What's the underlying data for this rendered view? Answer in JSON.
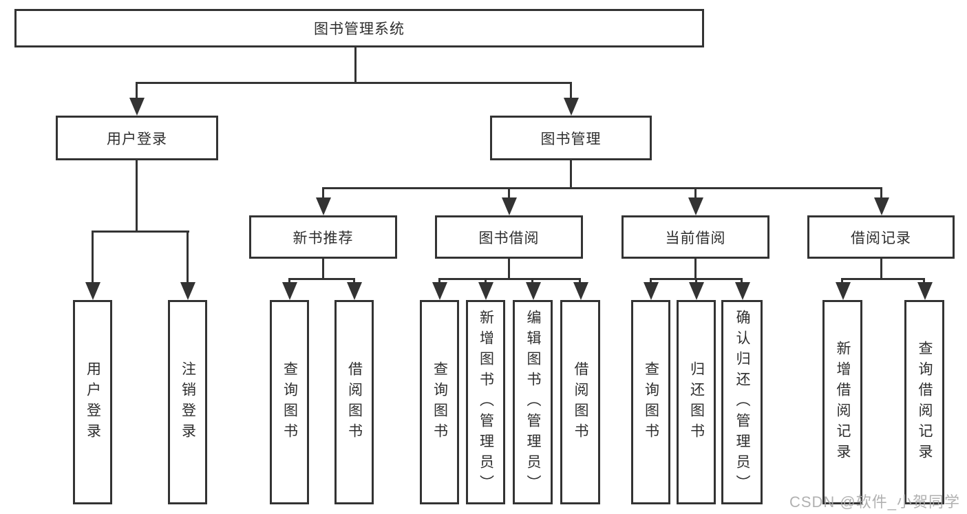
{
  "diagram": {
    "title": "图书管理系统",
    "branches": [
      {
        "label": "用户登录",
        "children": [
          {
            "label": "用户登录"
          },
          {
            "label": "注销登录"
          }
        ]
      },
      {
        "label": "图书管理",
        "children": [
          {
            "label": "新书推荐",
            "children": [
              {
                "label": "查询图书"
              },
              {
                "label": "借阅图书"
              }
            ]
          },
          {
            "label": "图书借阅",
            "children": [
              {
                "label": "查询图书"
              },
              {
                "label": "新增图书（管理员）"
              },
              {
                "label": "编辑图书（管理员）"
              },
              {
                "label": "借阅图书"
              }
            ]
          },
          {
            "label": "当前借阅",
            "children": [
              {
                "label": "查询图书"
              },
              {
                "label": "归还图书"
              },
              {
                "label": "确认归还（管理员）"
              }
            ]
          },
          {
            "label": "借阅记录",
            "children": [
              {
                "label": "新增借阅记录"
              },
              {
                "label": "查询借阅记录"
              }
            ]
          }
        ]
      }
    ]
  },
  "watermark": "CSDN @软件_小贺同学",
  "colors": {
    "line": "#333333",
    "text": "#2e2e2e",
    "background": "#ffffff",
    "watermark": "#a8a8a8"
  }
}
